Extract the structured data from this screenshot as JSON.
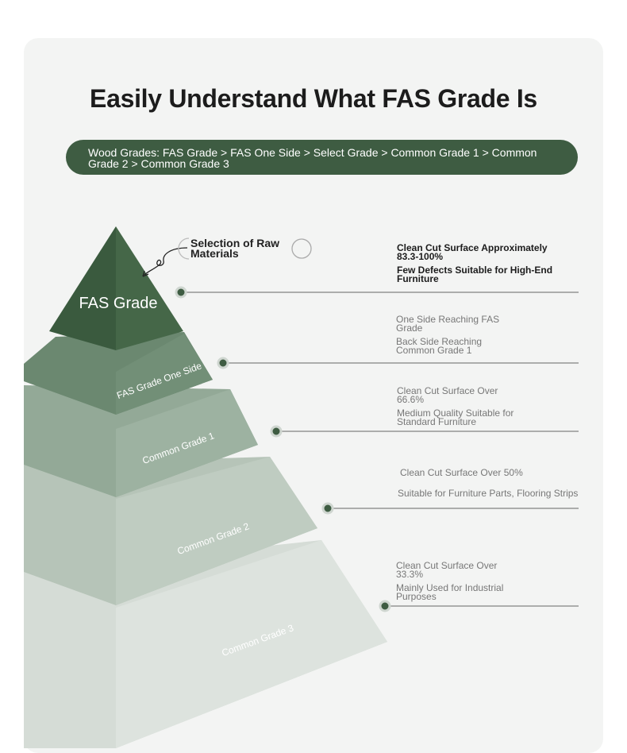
{
  "title": "Easily Understand What FAS Grade Is",
  "banner": "Wood Grades: FAS Grade > FAS One Side > Select Grade > Common Grade 1 > Common Grade 2 > Common Grade 3",
  "callout": "Selection of Raw Materials",
  "tiers": [
    {
      "label": "FAS Grade",
      "color": "#3e5e42",
      "desc1": "Clean Cut Surface Approximately 83.3-100%",
      "desc2": "Few Defects Suitable for High-End Furniture"
    },
    {
      "label": "FAS Grade One Side",
      "color": "#6b8870",
      "desc1": "One Side Reaching FAS Grade",
      "desc2": "Back Side Reaching Common Grade 1"
    },
    {
      "label": "Common Grade 1",
      "color": "#93a997",
      "desc1": "Clean Cut Surface Over 66.6%",
      "desc2": "Medium Quality Suitable for Standard Furniture"
    },
    {
      "label": "Common Grade 2",
      "color": "#b6c4b8",
      "desc1": "Clean Cut Surface Over 50%",
      "desc2": "Suitable for Furniture Parts, Flooring Strips"
    },
    {
      "label": "Common Grade 3",
      "color": "#d5dcd6",
      "desc1": "Clean Cut Surface Over 33.3%",
      "desc2": "Mainly Used for Industrial Purposes"
    }
  ]
}
